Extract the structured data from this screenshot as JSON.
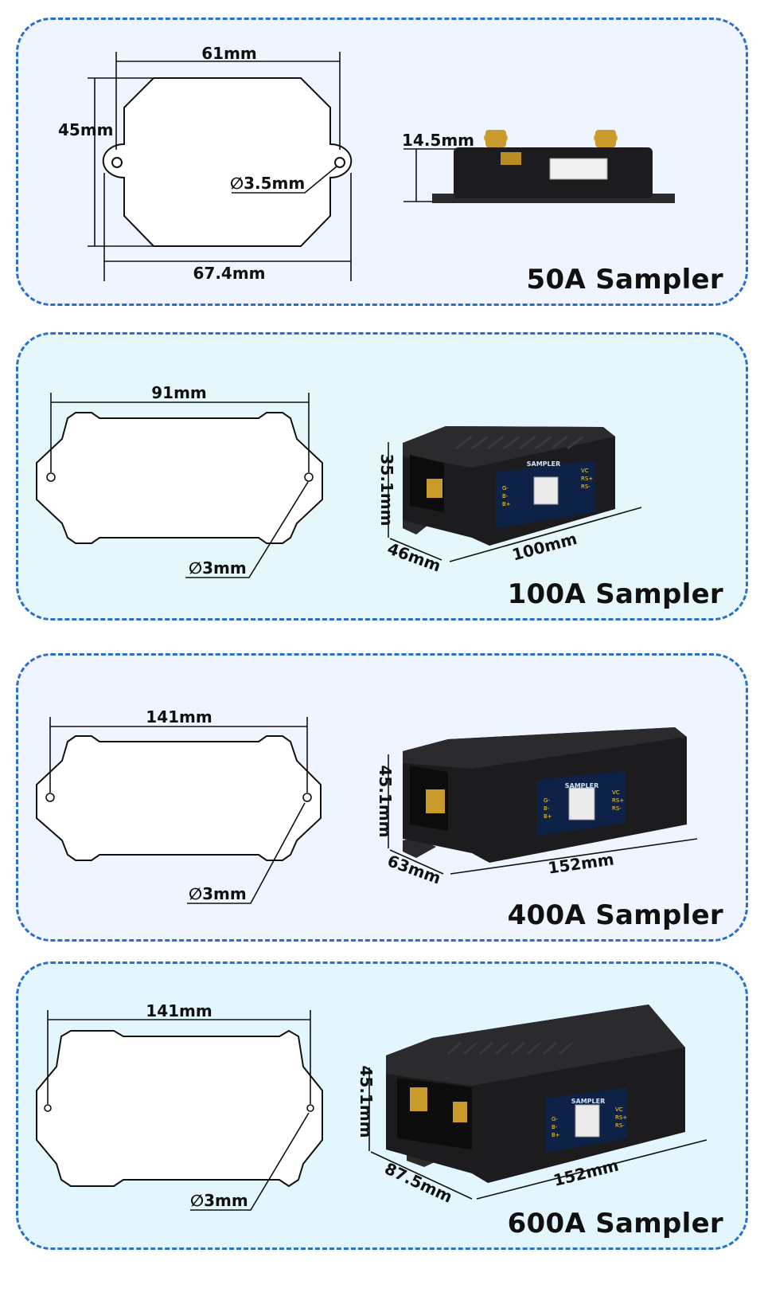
{
  "colors": {
    "panel_border": "#2a6fc9",
    "panel_bg": [
      "#eef5ff",
      "#e6f7fc",
      "#eef5ff",
      "#e3f6fd"
    ],
    "device_body": "#1c1c1e",
    "label_plate": "#0e2247"
  },
  "panels": [
    {
      "title": "50A Sampler",
      "dims": {
        "width": "61mm",
        "height": "45mm",
        "hole": "∅3.5mm",
        "outer": "67.4mm",
        "thickness": "14.5mm"
      }
    },
    {
      "title": "100A Sampler",
      "dims": {
        "width": "91mm",
        "hole": "∅3mm",
        "height": "35.1mm",
        "depth": "46mm",
        "length": "100mm"
      },
      "plate": {
        "brand": "SAMPLER",
        "left": [
          "G-",
          "B-",
          "B+"
        ],
        "right": [
          "VC",
          "RS+",
          "RS-"
        ]
      }
    },
    {
      "title": "400A Sampler",
      "dims": {
        "width": "141mm",
        "hole": "∅3mm",
        "height": "45.1mm",
        "depth": "63mm",
        "length": "152mm"
      },
      "plate": {
        "brand": "SAMPLER",
        "left": [
          "G-",
          "B-",
          "B+"
        ],
        "right": [
          "VC",
          "RS+",
          "RS-"
        ]
      }
    },
    {
      "title": "600A Sampler",
      "dims": {
        "width": "141mm",
        "hole": "∅3mm",
        "height": "45.1mm",
        "depth": "87.5mm",
        "length": "152mm"
      },
      "plate": {
        "brand": "SAMPLER",
        "left": [
          "G-",
          "B-",
          "B+"
        ],
        "right": [
          "VC",
          "RS+",
          "RS-"
        ]
      }
    }
  ]
}
